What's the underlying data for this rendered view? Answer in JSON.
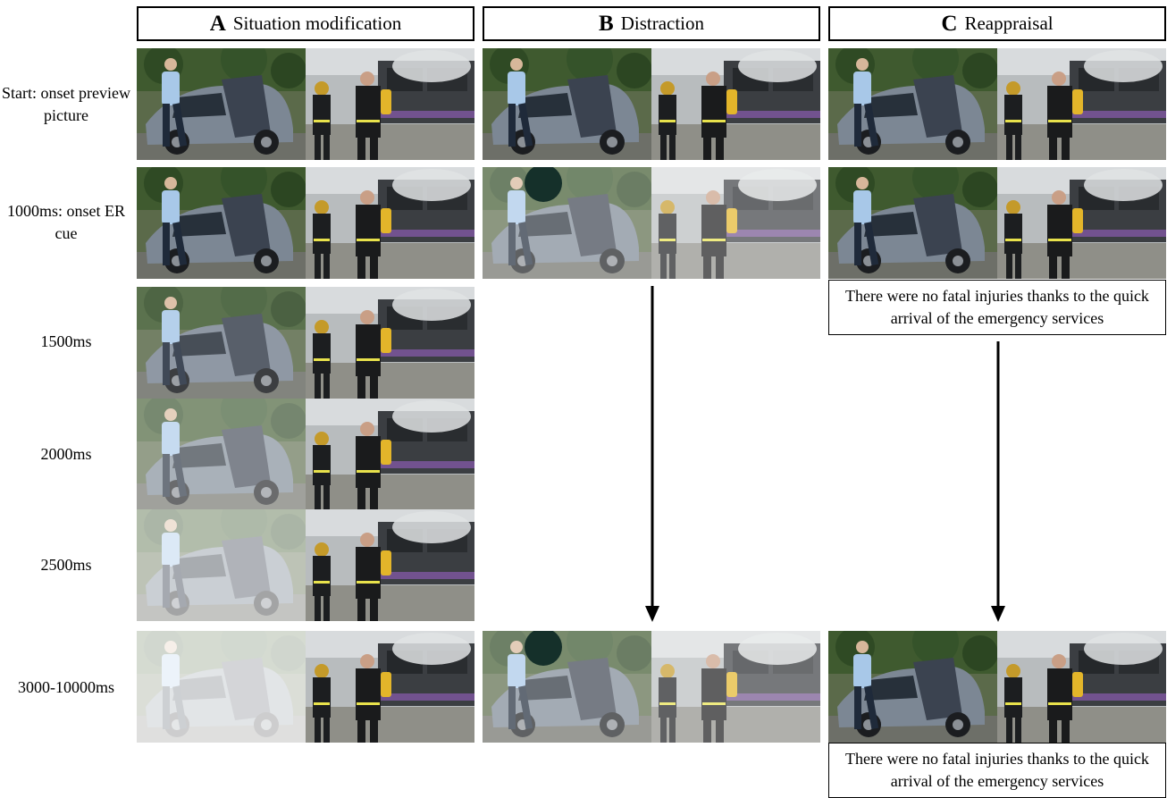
{
  "columns": [
    {
      "letter": "A",
      "title": "Situation modification"
    },
    {
      "letter": "B",
      "title": "Distraction"
    },
    {
      "letter": "C",
      "title": "Reappraisal"
    }
  ],
  "rows": [
    {
      "label": "Start: onset preview picture"
    },
    {
      "label": "1000ms: onset ER cue"
    },
    {
      "label": "1500ms"
    },
    {
      "label": "2000ms"
    },
    {
      "label": "2500ms"
    },
    {
      "label": "3000-10000ms"
    }
  ],
  "reappraisal_text": "There were no fatal injuries thanks to the quick arrival of the emergency services",
  "situation_modification_left_fade_opacity": [
    0,
    0,
    0.15,
    0.35,
    0.6,
    0.78
  ],
  "distraction_fade_opacity": 0.3
}
